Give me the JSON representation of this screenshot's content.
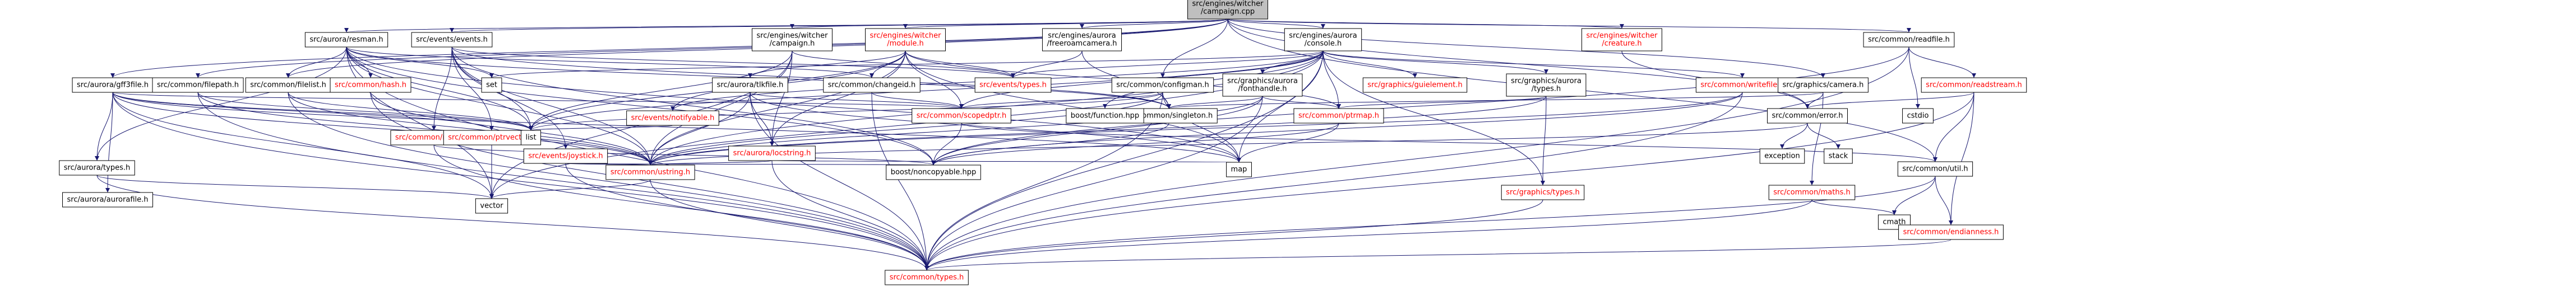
{
  "graph": {
    "root": "src/engines/witcher/campaign.cpp",
    "colors": {
      "edge": "#191970",
      "root_fill": "#bfbfbf",
      "node_fill": "#ffffff",
      "node_border": "#000000",
      "external_border": "#bfbfbf",
      "linked_text": "#000000",
      "truncated_text": "#ff0000"
    },
    "nodes": [
      {
        "id": "root",
        "label": [
          "src/engines/witcher",
          "/campaign.cpp"
        ],
        "kind": "root"
      },
      {
        "id": "aurora_resman",
        "label": [
          "src/aurora/resman.h"
        ],
        "kind": "normal"
      },
      {
        "id": "events_events",
        "label": [
          "src/events/events.h"
        ],
        "kind": "normal"
      },
      {
        "id": "witcher_campaign_h",
        "label": [
          "src/engines/witcher",
          "/campaign.h"
        ],
        "kind": "normal"
      },
      {
        "id": "witcher_module",
        "label": [
          "src/engines/witcher",
          "/module.h"
        ],
        "kind": "truncated"
      },
      {
        "id": "fmc",
        "label": [
          "src/engines/aurora",
          "/freeroamcamera.h"
        ],
        "kind": "normal"
      },
      {
        "id": "console",
        "label": [
          "src/engines/aurora",
          "/console.h"
        ],
        "kind": "normal"
      },
      {
        "id": "creature",
        "label": [
          "src/engines/witcher",
          "/creature.h"
        ],
        "kind": "truncated"
      },
      {
        "id": "readfile",
        "label": [
          "src/common/readfile.h"
        ],
        "kind": "normal"
      },
      {
        "id": "gff3file",
        "label": [
          "src/aurora/gff3file.h"
        ],
        "kind": "normal"
      },
      {
        "id": "filepath",
        "label": [
          "src/common/filepath.h"
        ],
        "kind": "normal"
      },
      {
        "id": "filelist",
        "label": [
          "src/common/filelist.h"
        ],
        "kind": "normal"
      },
      {
        "id": "hash",
        "label": [
          "src/common/hash.h"
        ],
        "kind": "truncated"
      },
      {
        "id": "set",
        "label": [
          "set"
        ],
        "kind": "external"
      },
      {
        "id": "mutex",
        "label": [
          "src/common/mutex.h"
        ],
        "kind": "truncated"
      },
      {
        "id": "notifyable",
        "label": [
          "src/events/notifyable.h"
        ],
        "kind": "truncated"
      },
      {
        "id": "joystick",
        "label": [
          "src/events/joystick.h"
        ],
        "kind": "truncated"
      },
      {
        "id": "ptrvector",
        "label": [
          "src/common/ptrvector.h"
        ],
        "kind": "truncated"
      },
      {
        "id": "list",
        "label": [
          "list"
        ],
        "kind": "external"
      },
      {
        "id": "locstring",
        "label": [
          "src/aurora/locstring.h"
        ],
        "kind": "truncated"
      },
      {
        "id": "tlkfile",
        "label": [
          "src/aurora/tlkfile.h"
        ],
        "kind": "normal"
      },
      {
        "id": "changeid",
        "label": [
          "src/common/changeid.h"
        ],
        "kind": "normal"
      },
      {
        "id": "events_types",
        "label": [
          "src/events/types.h"
        ],
        "kind": "truncated"
      },
      {
        "id": "configman",
        "label": [
          "src/common/configman.h"
        ],
        "kind": "normal"
      },
      {
        "id": "fonthandle",
        "label": [
          "src/graphics/aurora",
          "/fonthandle.h"
        ],
        "kind": "normal"
      },
      {
        "id": "guielement",
        "label": [
          "src/graphics/guielement.h"
        ],
        "kind": "truncated"
      },
      {
        "id": "gaurora_types",
        "label": [
          "src/graphics/aurora",
          "/types.h"
        ],
        "kind": "normal"
      },
      {
        "id": "writefile",
        "label": [
          "src/common/writefile.h"
        ],
        "kind": "truncated"
      },
      {
        "id": "camera",
        "label": [
          "src/graphics/camera.h"
        ],
        "kind": "normal"
      },
      {
        "id": "readstream",
        "label": [
          "src/common/readstream.h"
        ],
        "kind": "truncated"
      },
      {
        "id": "cstdio",
        "label": [
          "cstdio"
        ],
        "kind": "external"
      },
      {
        "id": "scopedptr",
        "label": [
          "src/common/scopedptr.h"
        ],
        "kind": "truncated"
      },
      {
        "id": "singleton",
        "label": [
          "src/common/singleton.h"
        ],
        "kind": "normal"
      },
      {
        "id": "ptrmap",
        "label": [
          "src/common/ptrmap.h"
        ],
        "kind": "truncated"
      },
      {
        "id": "error",
        "label": [
          "src/common/error.h"
        ],
        "kind": "normal"
      },
      {
        "id": "boost_function",
        "label": [
          "boost/function.hpp"
        ],
        "kind": "external"
      },
      {
        "id": "aurora_types",
        "label": [
          "src/aurora/types.h"
        ],
        "kind": "normal"
      },
      {
        "id": "ustring",
        "label": [
          "src/common/ustring.h"
        ],
        "kind": "truncated"
      },
      {
        "id": "noncopyable",
        "label": [
          "boost/noncopyable.hpp"
        ],
        "kind": "external"
      },
      {
        "id": "map",
        "label": [
          "map"
        ],
        "kind": "external"
      },
      {
        "id": "exception",
        "label": [
          "exception"
        ],
        "kind": "external"
      },
      {
        "id": "stack",
        "label": [
          "stack"
        ],
        "kind": "external"
      },
      {
        "id": "maths",
        "label": [
          "src/common/maths.h"
        ],
        "kind": "truncated"
      },
      {
        "id": "util",
        "label": [
          "src/common/util.h"
        ],
        "kind": "normal"
      },
      {
        "id": "auroraFile",
        "label": [
          "src/aurora/aurorafile.h"
        ],
        "kind": "normal"
      },
      {
        "id": "vector",
        "label": [
          "vector"
        ],
        "kind": "external"
      },
      {
        "id": "graphics_types",
        "label": [
          "src/graphics/types.h"
        ],
        "kind": "truncated"
      },
      {
        "id": "cmath",
        "label": [
          "cmath"
        ],
        "kind": "external"
      },
      {
        "id": "endianness",
        "label": [
          "src/common/endianness.h"
        ],
        "kind": "truncated"
      },
      {
        "id": "common_types",
        "label": [
          "src/common/types.h"
        ],
        "kind": "truncated"
      }
    ],
    "edges": [
      [
        "root",
        "aurora_resman"
      ],
      [
        "root",
        "events_events"
      ],
      [
        "root",
        "witcher_campaign_h"
      ],
      [
        "root",
        "witcher_module"
      ],
      [
        "root",
        "fmc"
      ],
      [
        "root",
        "console"
      ],
      [
        "root",
        "creature"
      ],
      [
        "root",
        "readfile"
      ],
      [
        "root",
        "gff3file"
      ],
      [
        "root",
        "filepath"
      ],
      [
        "root",
        "filelist"
      ],
      [
        "root",
        "configman"
      ],
      [
        "root",
        "camera"
      ],
      [
        "root",
        "util"
      ],
      [
        "root",
        "error"
      ],
      [
        "aurora_resman",
        "set"
      ],
      [
        "aurora_resman",
        "list"
      ],
      [
        "aurora_resman",
        "map"
      ],
      [
        "aurora_resman",
        "hash"
      ],
      [
        "aurora_resman",
        "filelist"
      ],
      [
        "aurora_resman",
        "changeid"
      ],
      [
        "aurora_resman",
        "ustring"
      ],
      [
        "aurora_resman",
        "aurora_types"
      ],
      [
        "aurora_resman",
        "vector"
      ],
      [
        "aurora_resman",
        "common_types"
      ],
      [
        "aurora_resman",
        "noncopyable"
      ],
      [
        "aurora_resman",
        "singleton"
      ],
      [
        "events_events",
        "list"
      ],
      [
        "events_events",
        "mutex"
      ],
      [
        "events_events",
        "joystick"
      ],
      [
        "events_events",
        "ptrvector"
      ],
      [
        "events_events",
        "events_types"
      ],
      [
        "events_events",
        "ustring"
      ],
      [
        "events_events",
        "noncopyable"
      ],
      [
        "events_events",
        "singleton"
      ],
      [
        "witcher_campaign_h",
        "list"
      ],
      [
        "witcher_campaign_h",
        "ustring"
      ],
      [
        "witcher_campaign_h",
        "locstring"
      ],
      [
        "witcher_campaign_h",
        "events_types"
      ],
      [
        "witcher_campaign_h",
        "vector"
      ],
      [
        "witcher_module",
        "list"
      ],
      [
        "witcher_module",
        "map"
      ],
      [
        "witcher_module",
        "notifyable"
      ],
      [
        "witcher_module",
        "locstring"
      ],
      [
        "witcher_module",
        "tlkfile"
      ],
      [
        "witcher_module",
        "changeid"
      ],
      [
        "witcher_module",
        "events_types"
      ],
      [
        "witcher_module",
        "ustring"
      ],
      [
        "witcher_module",
        "scopedptr"
      ],
      [
        "witcher_module",
        "ptrmap"
      ],
      [
        "fmc",
        "events_types"
      ],
      [
        "fmc",
        "singleton"
      ],
      [
        "console",
        "list"
      ],
      [
        "console",
        "map"
      ],
      [
        "console",
        "set"
      ],
      [
        "console",
        "vector"
      ],
      [
        "console",
        "boost_function"
      ],
      [
        "console",
        "notifyable"
      ],
      [
        "console",
        "events_types"
      ],
      [
        "console",
        "fonthandle"
      ],
      [
        "console",
        "guielement"
      ],
      [
        "console",
        "gaurora_types"
      ],
      [
        "console",
        "writefile"
      ],
      [
        "console",
        "ustring"
      ],
      [
        "console",
        "scopedptr"
      ],
      [
        "console",
        "ptrmap"
      ],
      [
        "console",
        "graphics_types"
      ],
      [
        "console",
        "common_types"
      ],
      [
        "creature",
        "error"
      ],
      [
        "readfile",
        "readstream"
      ],
      [
        "readfile",
        "cstdio"
      ],
      [
        "readfile",
        "common_types"
      ],
      [
        "readfile",
        "noncopyable"
      ],
      [
        "gff3file",
        "aurora_types"
      ],
      [
        "gff3file",
        "auroraFile"
      ],
      [
        "gff3file",
        "list"
      ],
      [
        "gff3file",
        "ptrvector"
      ],
      [
        "gff3file",
        "scopedptr"
      ],
      [
        "gff3file",
        "ustring"
      ],
      [
        "gff3file",
        "map"
      ],
      [
        "gff3file",
        "vector"
      ],
      [
        "gff3file",
        "common_types"
      ],
      [
        "filepath",
        "list"
      ],
      [
        "filepath",
        "ustring"
      ],
      [
        "filepath",
        "common_types"
      ],
      [
        "filelist",
        "list"
      ],
      [
        "filelist",
        "ustring"
      ],
      [
        "filelist",
        "common_types"
      ],
      [
        "hash",
        "ustring"
      ],
      [
        "hash",
        "common_types"
      ],
      [
        "mutex",
        "noncopyable"
      ],
      [
        "mutex",
        "common_types"
      ],
      [
        "joystick",
        "noncopyable"
      ],
      [
        "joystick",
        "common_types"
      ],
      [
        "joystick",
        "ustring"
      ],
      [
        "ptrvector",
        "vector"
      ],
      [
        "notifyable",
        "list"
      ],
      [
        "tlkfile",
        "locstring"
      ],
      [
        "tlkfile",
        "scopedptr"
      ],
      [
        "tlkfile",
        "ustring"
      ],
      [
        "tlkfile",
        "map"
      ],
      [
        "tlkfile",
        "common_types"
      ],
      [
        "locstring",
        "ustring"
      ],
      [
        "locstring",
        "common_types"
      ],
      [
        "locstring",
        "map"
      ],
      [
        "changeid",
        "scopedptr"
      ],
      [
        "changeid",
        "common_types"
      ],
      [
        "configman",
        "list"
      ],
      [
        "configman",
        "map"
      ],
      [
        "configman",
        "ustring"
      ],
      [
        "configman",
        "scopedptr"
      ],
      [
        "configman",
        "singleton"
      ],
      [
        "configman",
        "common_types"
      ],
      [
        "fonthandle",
        "ptrmap"
      ],
      [
        "fonthandle",
        "ustring"
      ],
      [
        "fonthandle",
        "common_types"
      ],
      [
        "fonthandle",
        "noncopyable"
      ],
      [
        "fonthandle",
        "singleton"
      ],
      [
        "gaurora_types",
        "ptrmap"
      ],
      [
        "gaurora_types",
        "ustring"
      ],
      [
        "gaurora_types",
        "graphics_types"
      ],
      [
        "writefile",
        "common_types"
      ],
      [
        "writefile",
        "noncopyable"
      ],
      [
        "writefile",
        "ustring"
      ],
      [
        "camera",
        "error"
      ],
      [
        "camera",
        "maths"
      ],
      [
        "camera",
        "singleton"
      ],
      [
        "readstream",
        "error"
      ],
      [
        "readstream",
        "util"
      ],
      [
        "readstream",
        "endianness"
      ],
      [
        "readstream",
        "common_types"
      ],
      [
        "scopedptr",
        "noncopyable"
      ],
      [
        "scopedptr",
        "util"
      ],
      [
        "singleton",
        "noncopyable"
      ],
      [
        "ptrmap",
        "map"
      ],
      [
        "ptrmap",
        "noncopyable"
      ],
      [
        "error",
        "exception"
      ],
      [
        "error",
        "stack"
      ],
      [
        "error",
        "ustring"
      ],
      [
        "aurora_types",
        "vector"
      ],
      [
        "aurora_types",
        "common_types"
      ],
      [
        "ustring",
        "vector"
      ],
      [
        "ustring",
        "common_types"
      ],
      [
        "maths",
        "cmath"
      ],
      [
        "maths",
        "common_types"
      ],
      [
        "util",
        "cmath"
      ],
      [
        "util",
        "endianness"
      ],
      [
        "util",
        "common_types"
      ],
      [
        "graphics_types",
        "common_types"
      ],
      [
        "endianness",
        "common_types"
      ]
    ]
  }
}
